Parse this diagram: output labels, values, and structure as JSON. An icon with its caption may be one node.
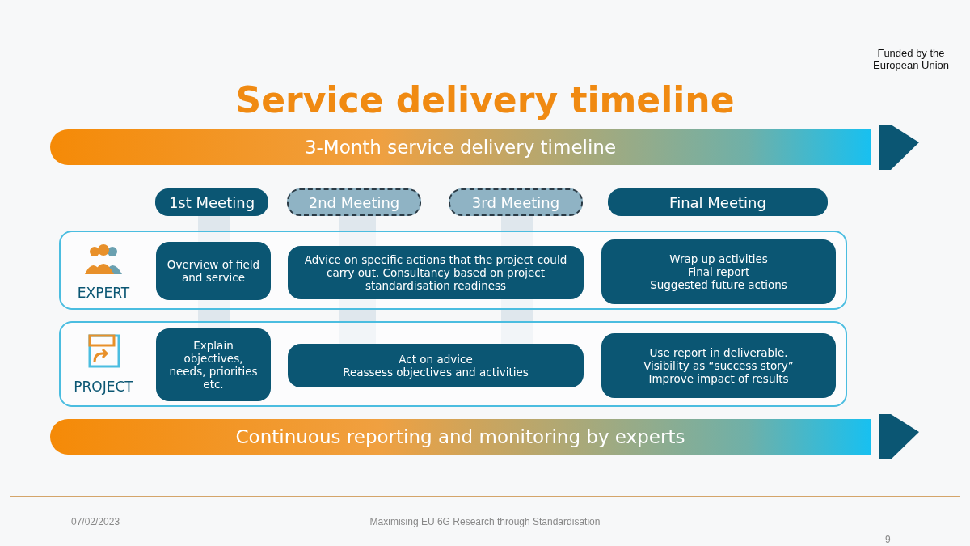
{
  "diagram": {
    "title": "Service delivery timeline",
    "nodes": [
      {
        "text": [
          "3-Month service delivery timeline"
        ]
      },
      {
        "text": [
          "1st Meeting"
        ]
      },
      {
        "text": [
          "2nd Meeting"
        ]
      },
      {
        "text": [
          "3rd Meeting"
        ]
      },
      {
        "text": [
          "Final Meeting"
        ]
      },
      {
        "text": [
          "EXPERT"
        ]
      },
      {
        "text": [
          "Overview of field and service"
        ],
        "in": 5
      },
      {
        "text": [
          "Advice on specific actions that the project could carry out. Consultancy based on project standardisation readiness"
        ],
        "in": 5
      },
      {
        "text": [
          "Wrap up activities",
          "Final report",
          "Suggested future actions"
        ],
        "in": 5
      },
      {
        "text": [
          "PROJECT"
        ]
      },
      {
        "text": [
          "Explain objectives, needs, priorities etc."
        ],
        "in": 9
      },
      {
        "text": [
          "Act on advice",
          "Reassess objectives and activities"
        ],
        "in": 9
      },
      {
        "text": [
          "Use report in deliverable.",
          "Visibility as “success story”",
          "Improve impact of results"
        ],
        "in": 9
      },
      {
        "text": [
          "Continuous reporting and monitoring by experts"
        ]
      }
    ],
    "labels": [
      "Funded by the European Union",
      "07/02/2023",
      "Maximising EU 6G Research through Standardisation",
      "9"
    ]
  }
}
